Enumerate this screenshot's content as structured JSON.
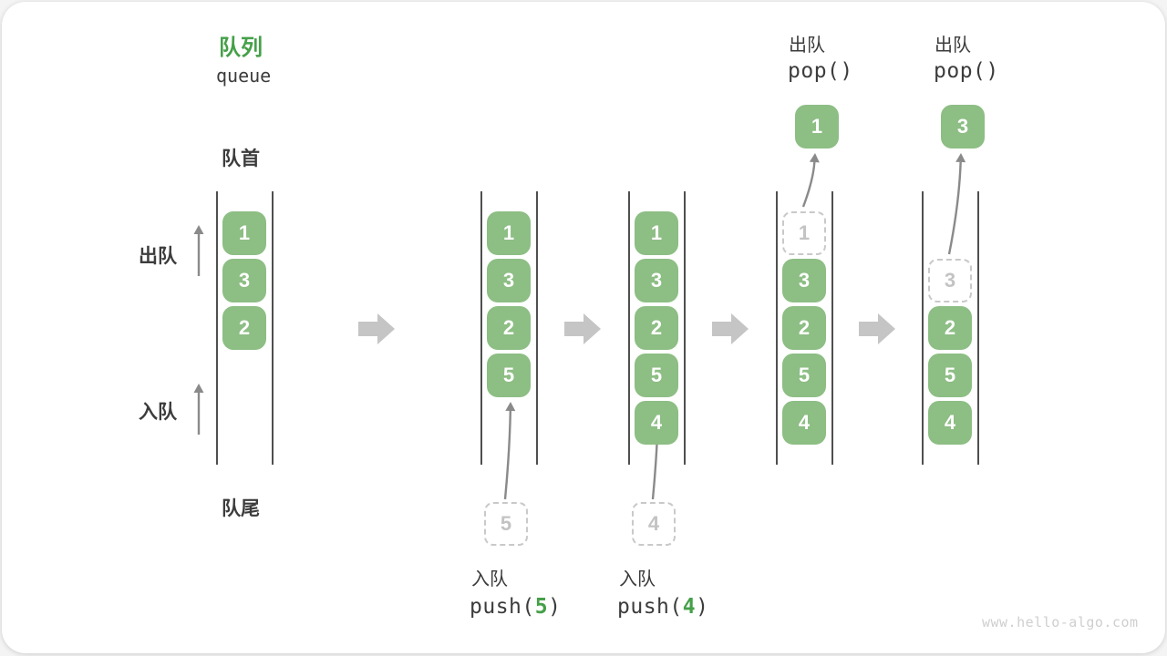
{
  "title": {
    "zh": "队列",
    "en": "queue"
  },
  "side_labels": {
    "front": "队首",
    "rear": "队尾",
    "dequeue": "出队",
    "enqueue": "入队"
  },
  "watermark": "www.hello-algo.com",
  "colors": {
    "green_box": "#8dbe84",
    "green_accent": "#45a049",
    "text_dark": "#3c3c3c",
    "dashed_border": "#c9c9c9",
    "arrow_gray": "#8a8a8a",
    "block_arrow_gray": "#c5c5c5",
    "wall_gray": "#4f4f4f",
    "watermark_gray": "#cfcfcf"
  },
  "states": [
    {
      "cells": [
        {
          "v": "1"
        },
        {
          "v": "3"
        },
        {
          "v": "2"
        }
      ]
    },
    {
      "cells": [
        {
          "v": "1"
        },
        {
          "v": "3"
        },
        {
          "v": "2"
        },
        {
          "v": "5"
        }
      ],
      "push": {
        "value": "5",
        "label": "入队",
        "code_prefix": "push(",
        "code_arg": "5",
        "code_suffix": ")"
      }
    },
    {
      "cells": [
        {
          "v": "1"
        },
        {
          "v": "3"
        },
        {
          "v": "2"
        },
        {
          "v": "5"
        },
        {
          "v": "4"
        }
      ],
      "push": {
        "value": "4",
        "label": "入队",
        "code_prefix": "push(",
        "code_arg": "4",
        "code_suffix": ")"
      }
    },
    {
      "cells": [
        {
          "v": "1",
          "dashed": true
        },
        {
          "v": "3"
        },
        {
          "v": "2"
        },
        {
          "v": "5"
        },
        {
          "v": "4"
        }
      ],
      "pop": {
        "value": "1",
        "label": "出队",
        "code": "pop()"
      }
    },
    {
      "cells": [
        {
          "v": null
        },
        {
          "v": "3",
          "dashed": true
        },
        {
          "v": "2"
        },
        {
          "v": "5"
        },
        {
          "v": "4"
        }
      ],
      "pop": {
        "value": "3",
        "label": "出队",
        "code": "pop()"
      }
    }
  ]
}
